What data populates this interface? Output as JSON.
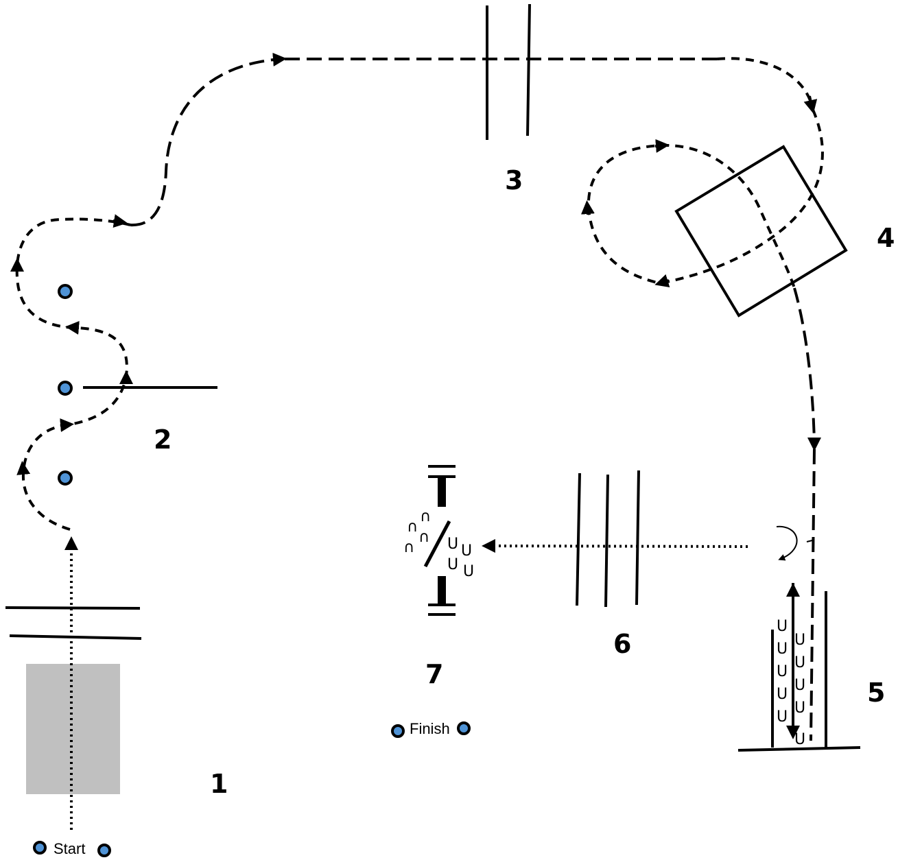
{
  "labels": {
    "obstacle_1": "1",
    "obstacle_2": "2",
    "obstacle_3": "3",
    "obstacle_4": "4",
    "obstacle_5": "5",
    "obstacle_6": "6",
    "obstacle_7": "7",
    "start": "Start",
    "finish": "Finish"
  },
  "colors": {
    "cone_fill": "#4f93d6",
    "box_fill": "#c0c0c0",
    "line": "#000000"
  }
}
